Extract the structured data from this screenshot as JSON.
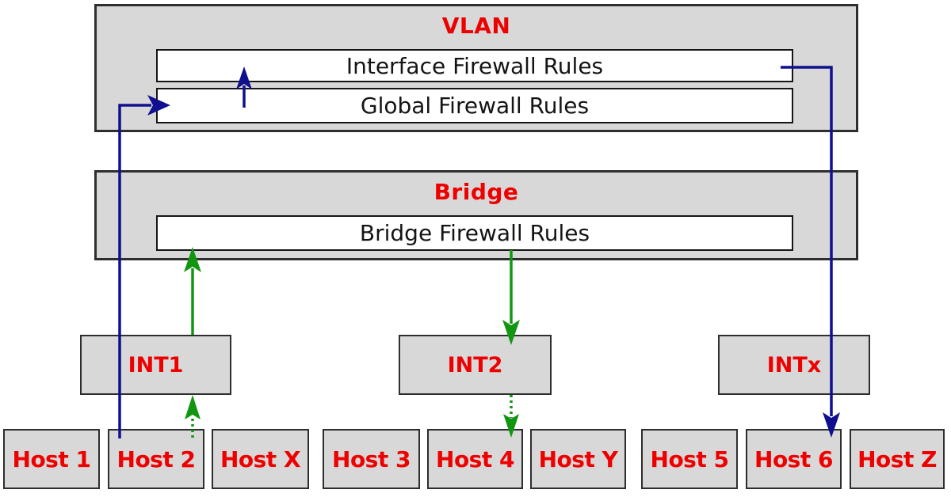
{
  "colors": {
    "background": "#ffffff",
    "box_fill": "#d8d8d8",
    "box_border": "#2e2e2e",
    "rule_fill": "#ffffff",
    "rule_border": "#151515",
    "label_red": "#ee0000",
    "rule_text": "#141414",
    "arrow_blue": "#10108e",
    "arrow_green": "#129612"
  },
  "vlan": {
    "title": "VLAN",
    "interface_rules": "Interface Firewall Rules",
    "global_rules": "Global Firewall Rules"
  },
  "bridge": {
    "title": "Bridge",
    "bridge_rules": "Bridge Firewall Rules"
  },
  "interfaces": [
    {
      "label": "INT1"
    },
    {
      "label": "INT2"
    },
    {
      "label": "INTx"
    }
  ],
  "hosts": [
    {
      "label": "Host 1"
    },
    {
      "label": "Host 2"
    },
    {
      "label": "Host X"
    },
    {
      "label": "Host 3"
    },
    {
      "label": "Host 4"
    },
    {
      "label": "Host Y"
    },
    {
      "label": "Host 5"
    },
    {
      "label": "Host 6"
    },
    {
      "label": "Host Z"
    }
  ],
  "arrows": [
    {
      "id": "host2-to-global-rules",
      "from": "Host 2",
      "to": "Global Firewall Rules",
      "color": "blue",
      "style": "solid"
    },
    {
      "id": "global-to-interface-rules",
      "from": "Global Firewall Rules",
      "to": "Interface Firewall Rules",
      "color": "blue",
      "style": "solid"
    },
    {
      "id": "interface-rules-to-host6",
      "from": "Interface Firewall Rules",
      "to": "Host 6",
      "color": "blue",
      "style": "solid"
    },
    {
      "id": "host2-to-int1",
      "from": "Host 2",
      "to": "INT1",
      "color": "green",
      "style": "dotted"
    },
    {
      "id": "int1-to-bridge-rules",
      "from": "INT1",
      "to": "Bridge Firewall Rules",
      "color": "green",
      "style": "solid"
    },
    {
      "id": "bridge-rules-to-int2",
      "from": "Bridge Firewall Rules",
      "to": "INT2",
      "color": "green",
      "style": "solid"
    },
    {
      "id": "int2-to-host4",
      "from": "INT2",
      "to": "Host 4",
      "color": "green",
      "style": "dotted"
    }
  ]
}
